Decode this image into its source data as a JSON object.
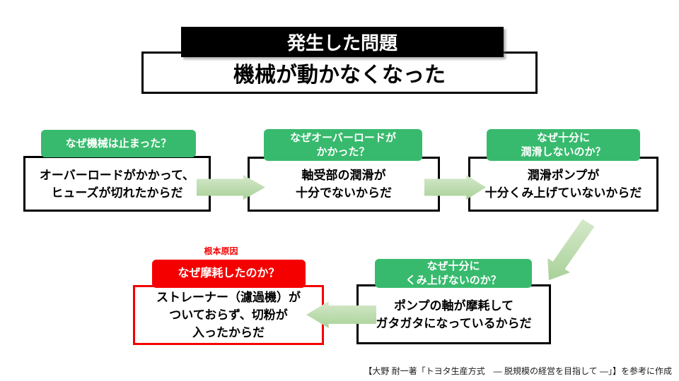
{
  "problem": {
    "header": "発生した問題",
    "statement": "機械が動かなくなった"
  },
  "root_cause_label": "根本原因",
  "whys": [
    {
      "question": "なぜ機械は止まった？",
      "answer": "オーバーロードがかかって、\nヒューズが切れたからだ"
    },
    {
      "question": "なぜオーバーロードが\nかかった？",
      "answer": "軸受部の潤滑が\n十分でないからだ"
    },
    {
      "question": "なぜ十分に\n潤滑しないのか？",
      "answer": "潤滑ポンプが\n十分くみ上げていないからだ"
    },
    {
      "question": "なぜ十分に\nくみ上げないのか？",
      "answer": "ポンプの軸が摩耗して\nガタガタになっているからだ"
    },
    {
      "question": "なぜ摩耗したのか？",
      "answer": "ストレーナー（濾過機）が\nついておらず、切粉が\n入ったからだ"
    }
  ],
  "citation": "【大野 耐一著「トヨタ生産方式　― 脱規模の経営を目指して ―」】を参考に作成",
  "colors": {
    "green": "#38ba6e",
    "red": "#f40000",
    "arrow_light": "#d5e9ca",
    "arrow_dark": "#a9d199",
    "ink": "#000000"
  }
}
